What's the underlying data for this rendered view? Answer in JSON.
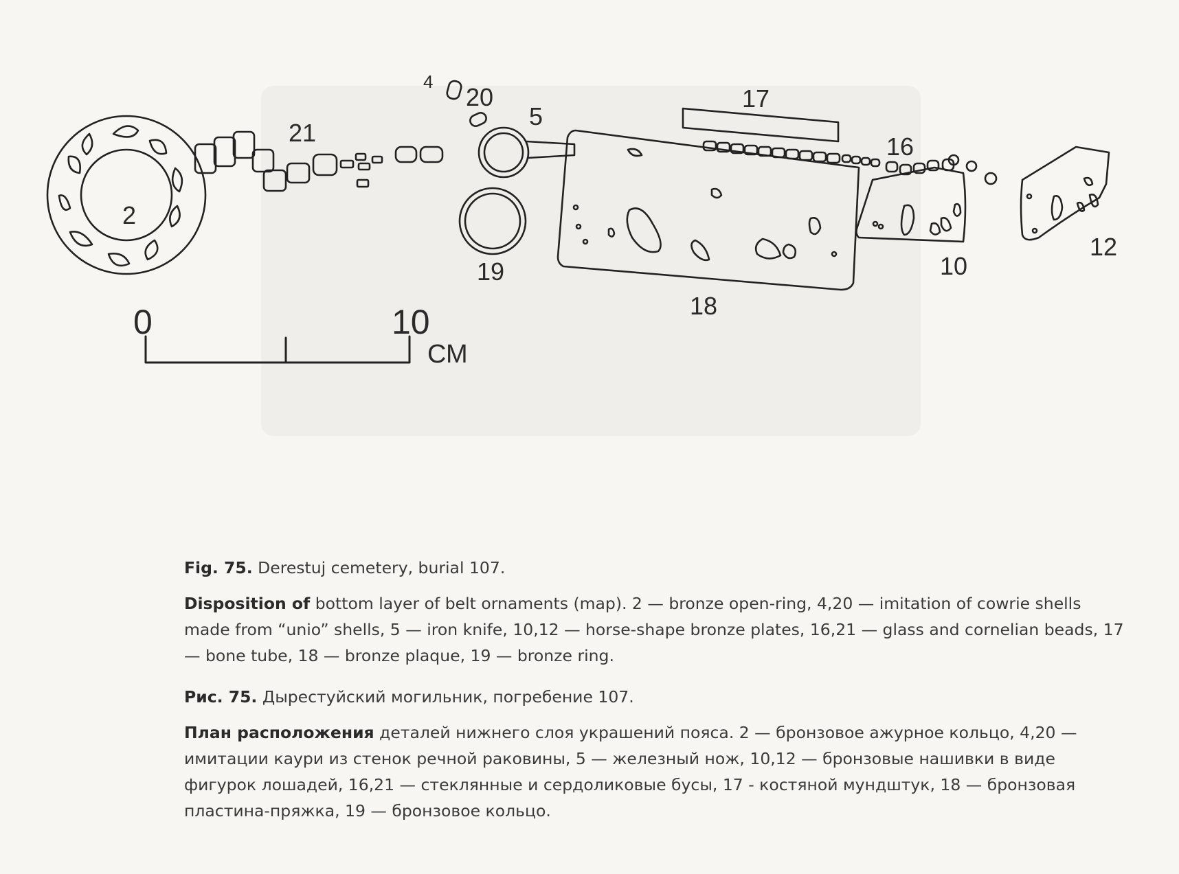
{
  "figure": {
    "labels": {
      "l2": "2",
      "l4": "4",
      "l5": "5",
      "l10": "10",
      "l12": "12",
      "l16": "16",
      "l17": "17",
      "l18": "18",
      "l19": "19",
      "l20": "20",
      "l21": "21"
    },
    "scale": {
      "zero": "0",
      "ten": "10",
      "unit": "СМ"
    }
  },
  "caption_en": {
    "fig_label": "Fig. 75.",
    "title": " Derestuj cemetery, burial 107.",
    "lead": "Disposition of",
    "body": " bottom layer of belt ornaments (map). 2 — bronze open-ring, 4,20 — imitation of cowrie shells made from “unio” shells, 5 — iron knife, 10,12 — horse-shape bronze plates, 16,21 — glass and cornelian beads, 17 — bone tube, 18 — bronze plaque, 19 — bronze ring."
  },
  "caption_ru": {
    "fig_label": "Рис. 75.",
    "title": " Дырестуйский могильник, погребение 107.",
    "lead": "План расположения",
    "body": " деталей нижнего слоя украшений пояса. 2 — бронзовое ажурное кольцо, 4,20 — имитации каури из стенок речной раковины, 5 — железный нож, 10,12 — бронзовые нашивки в виде фигурок лошадей, 16,21 — стеклянные и сердоликовые бусы, 17 - костяной мундштук, 18 — бронзовая пластина-пряжка, 19 — бронзовое кольцо."
  }
}
